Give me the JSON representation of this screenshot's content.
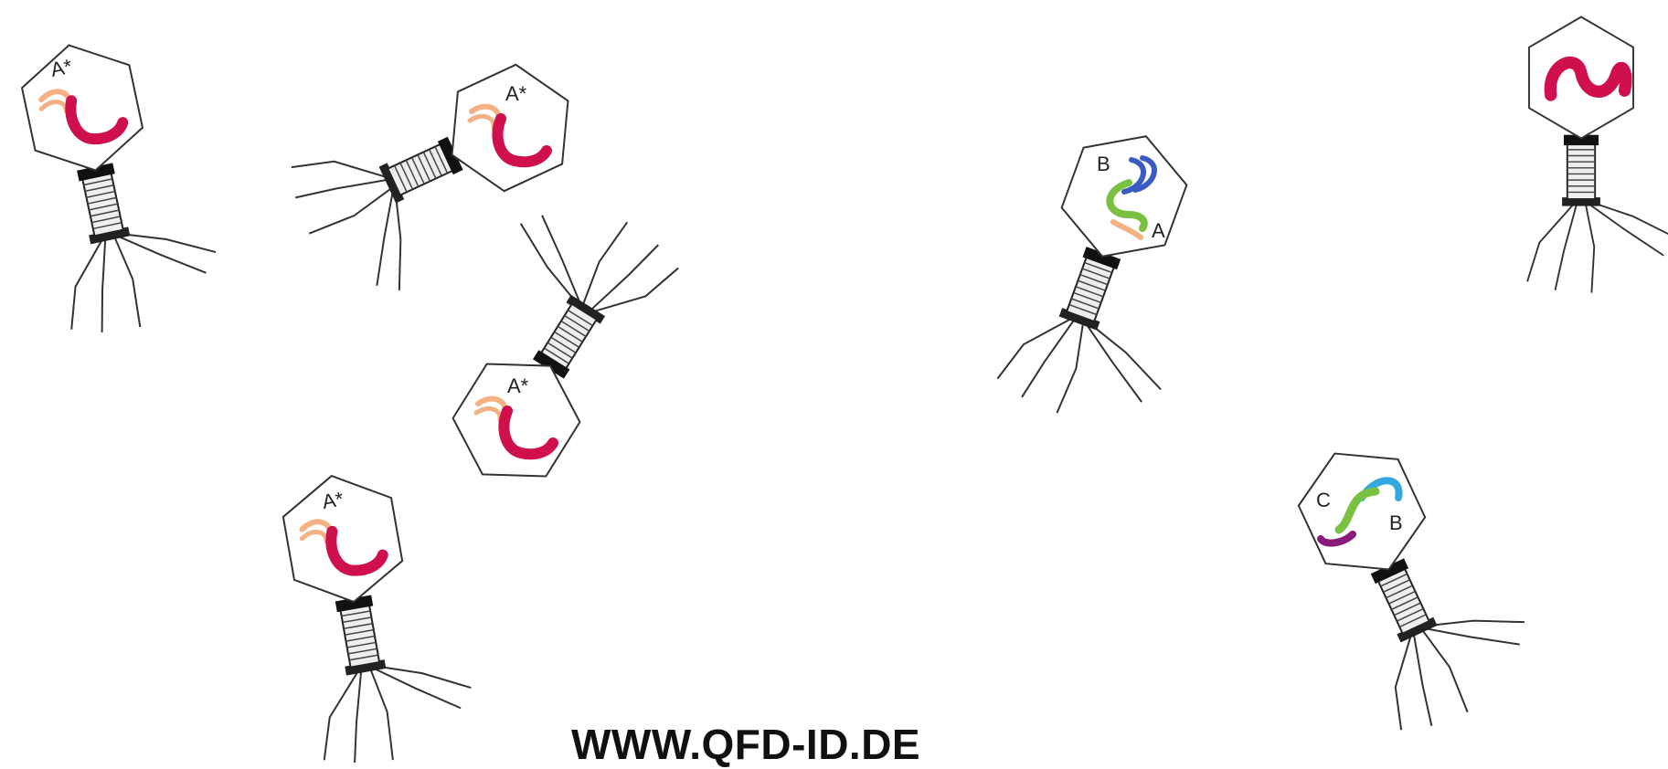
{
  "footer": {
    "url": "WWW.QFD-ID.DE"
  },
  "labels": {
    "a_star": "A*",
    "a": "A",
    "b": "B",
    "c": "C"
  },
  "colors": {
    "background": "#ffffff",
    "line": "#333333",
    "red_segment": "#d0104c",
    "orange_segment": "#f4b183",
    "blue_segment": "#3b5bc4",
    "green_segment": "#7ac142",
    "cyan_segment": "#33a9e0",
    "purple_segment": "#8a1a7a"
  },
  "phages": [
    {
      "id": "phage-1",
      "head_labels": [
        "A*"
      ],
      "segments": [
        "orange",
        "red"
      ]
    },
    {
      "id": "phage-2",
      "head_labels": [
        "A*"
      ],
      "segments": [
        "orange",
        "red"
      ]
    },
    {
      "id": "phage-3",
      "head_labels": [
        "A*"
      ],
      "segments": [
        "orange",
        "red"
      ]
    },
    {
      "id": "phage-4",
      "head_labels": [
        "A*"
      ],
      "segments": [
        "orange",
        "red"
      ]
    },
    {
      "id": "phage-5",
      "head_labels": [
        "B",
        "A"
      ],
      "segments": [
        "blue",
        "green",
        "orange"
      ]
    },
    {
      "id": "phage-6",
      "head_labels": [],
      "segments": [
        "red"
      ]
    },
    {
      "id": "phage-7",
      "head_labels": [
        "C",
        "B"
      ],
      "segments": [
        "cyan",
        "green",
        "purple"
      ]
    }
  ]
}
